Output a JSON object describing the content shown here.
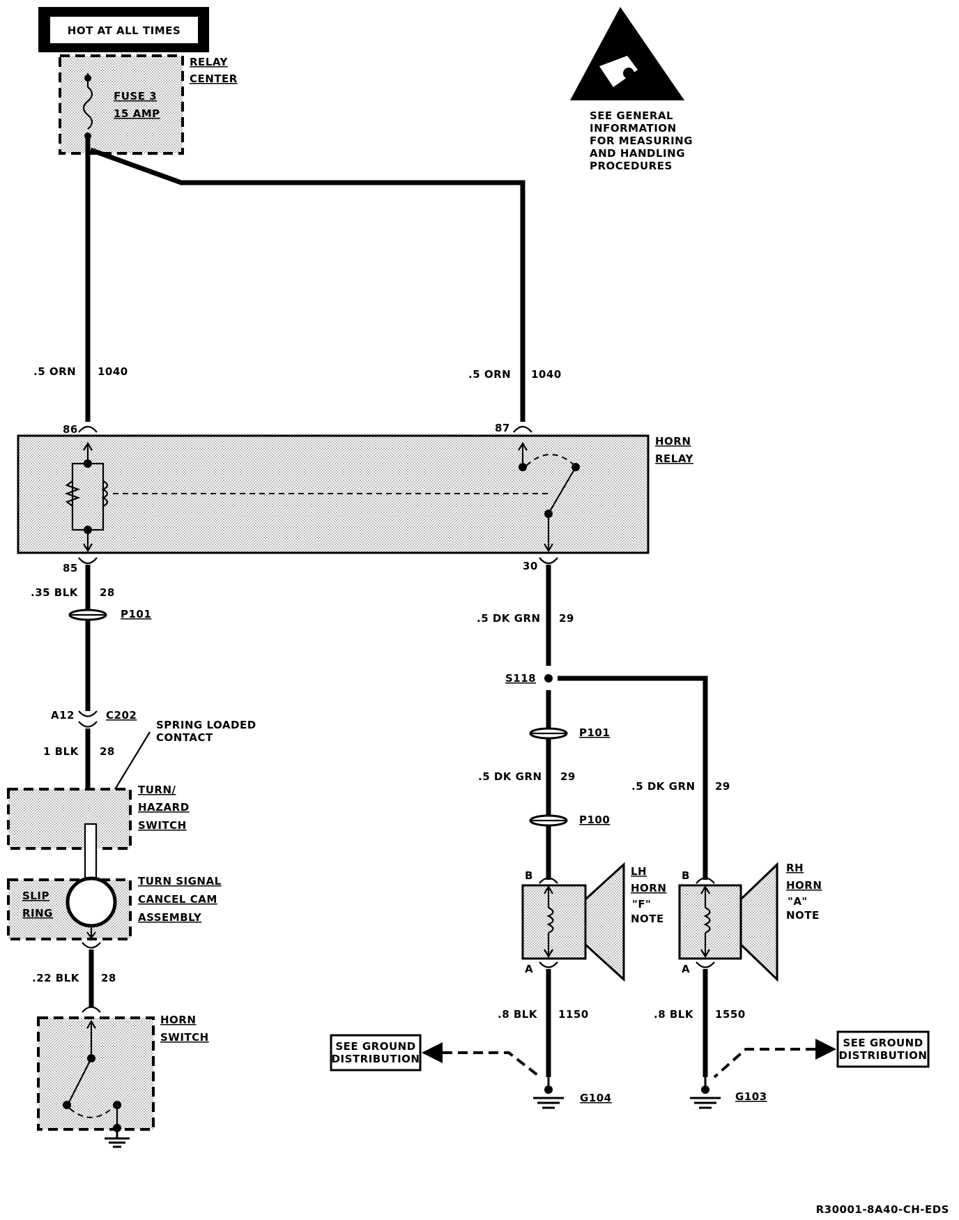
{
  "power_source": "HOT AT ALL TIMES",
  "relay_center": {
    "line1": "RELAY",
    "line2": "CENTER",
    "fuse_line1": "FUSE 3",
    "fuse_line2": "15 AMP"
  },
  "esd_notice": [
    "SEE GENERAL",
    "INFORMATION",
    "FOR MEASURING",
    "AND HANDLING",
    "PROCEDURES"
  ],
  "wires": {
    "w86": {
      "gauge": ".5 ORN",
      "circuit": "1040"
    },
    "w87": {
      "gauge": ".5 ORN",
      "circuit": "1040"
    },
    "w85": {
      "gauge": ".35 BLK",
      "circuit": "28"
    },
    "wc202": {
      "gauge": "1 BLK",
      "circuit": "28"
    },
    "wcancel": {
      "gauge": ".22 BLK",
      "circuit": "28"
    },
    "w30": {
      "gauge": ".5 DK GRN",
      "circuit": "29"
    },
    "wlh": {
      "gauge": ".5 DK GRN",
      "circuit": "29"
    },
    "wrh": {
      "gauge": ".5 DK GRN",
      "circuit": "29"
    },
    "wg104": {
      "gauge": ".8 BLK",
      "circuit": "1150"
    },
    "wg103": {
      "gauge": ".8 BLK",
      "circuit": "1550"
    }
  },
  "horn_relay": {
    "line1": "HORN",
    "line2": "RELAY",
    "pin86": "86",
    "pin87": "87",
    "pin85": "85",
    "pin30": "30"
  },
  "connectors": {
    "p101_left": "P101",
    "p101_right": "P101",
    "p100": "P100",
    "c202": "C202",
    "a12": "A12",
    "s118": "S118"
  },
  "spring_contact": {
    "line1": "SPRING LOADED",
    "line2": "CONTACT"
  },
  "turn_hazard": {
    "line1": "TURN/",
    "line2": "HAZARD",
    "line3": "SWITCH"
  },
  "slip_ring": {
    "line1": "SLIP",
    "line2": "RING"
  },
  "cancel_cam": {
    "line1": "TURN SIGNAL",
    "line2": "CANCEL CAM",
    "line3": "ASSEMBLY"
  },
  "horn_switch": {
    "line1": "HORN",
    "line2": "SWITCH"
  },
  "lh_horn": {
    "line1": "LH",
    "line2": "HORN",
    "line3": "\"F\"",
    "line4": "NOTE",
    "pinB": "B",
    "pinA": "A"
  },
  "rh_horn": {
    "line1": "RH",
    "line2": "HORN",
    "line3": "\"A\"",
    "line4": "NOTE",
    "pinB": "B",
    "pinA": "A"
  },
  "ground_ref_left": {
    "line1": "SEE GROUND",
    "line2": "DISTRIBUTION"
  },
  "ground_ref_right": {
    "line1": "SEE GROUND",
    "line2": "DISTRIBUTION"
  },
  "grounds": {
    "g104": "G104",
    "g103": "G103"
  },
  "figure_code": "R30001-8A40-CH-EDS"
}
